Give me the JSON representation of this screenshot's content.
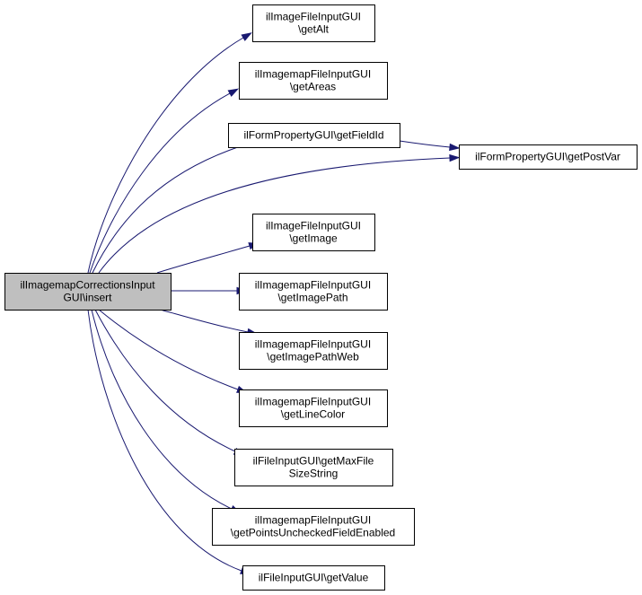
{
  "diagram": {
    "nodes": [
      {
        "id": "root",
        "lines": [
          "ilImagemapCorrectionsInput",
          "GUI\\insert"
        ],
        "highlighted": true
      },
      {
        "id": "getAlt",
        "lines": [
          "ilImageFileInputGUI",
          "\\getAlt"
        ]
      },
      {
        "id": "getAreas",
        "lines": [
          "ilImagemapFileInputGUI",
          "\\getAreas"
        ]
      },
      {
        "id": "getFieldId",
        "lines": [
          "ilFormPropertyGUI\\getFieldId"
        ]
      },
      {
        "id": "getPostVar",
        "lines": [
          "ilFormPropertyGUI\\getPostVar"
        ]
      },
      {
        "id": "getImage",
        "lines": [
          "ilImageFileInputGUI",
          "\\getImage"
        ]
      },
      {
        "id": "getImagePath",
        "lines": [
          "ilImagemapFileInputGUI",
          "\\getImagePath"
        ]
      },
      {
        "id": "getImagePathWeb",
        "lines": [
          "ilImagemapFileInputGUI",
          "\\getImagePathWeb"
        ]
      },
      {
        "id": "getLineColor",
        "lines": [
          "ilImagemapFileInputGUI",
          "\\getLineColor"
        ]
      },
      {
        "id": "getMaxFileSizeString",
        "lines": [
          "ilFileInputGUI\\getMaxFile",
          "SizeString"
        ]
      },
      {
        "id": "getPointsUncheckedFieldEnabled",
        "lines": [
          "ilImagemapFileInputGUI",
          "\\getPointsUncheckedFieldEnabled"
        ]
      },
      {
        "id": "getValue",
        "lines": [
          "ilFileInputGUI\\getValue"
        ]
      }
    ],
    "edges": [
      {
        "from": "root",
        "to": "getAlt"
      },
      {
        "from": "root",
        "to": "getAreas"
      },
      {
        "from": "root",
        "to": "getFieldId"
      },
      {
        "from": "root",
        "to": "getPostVar"
      },
      {
        "from": "root",
        "to": "getImage"
      },
      {
        "from": "root",
        "to": "getImagePath"
      },
      {
        "from": "root",
        "to": "getImagePathWeb"
      },
      {
        "from": "root",
        "to": "getLineColor"
      },
      {
        "from": "root",
        "to": "getMaxFileSizeString"
      },
      {
        "from": "root",
        "to": "getPointsUncheckedFieldEnabled"
      },
      {
        "from": "root",
        "to": "getValue"
      },
      {
        "from": "getFieldId",
        "to": "getPostVar"
      }
    ],
    "colors": {
      "edge": "#191970",
      "root_fill": "#bfbfbf",
      "node_fill": "#ffffff",
      "border": "#000000"
    }
  }
}
